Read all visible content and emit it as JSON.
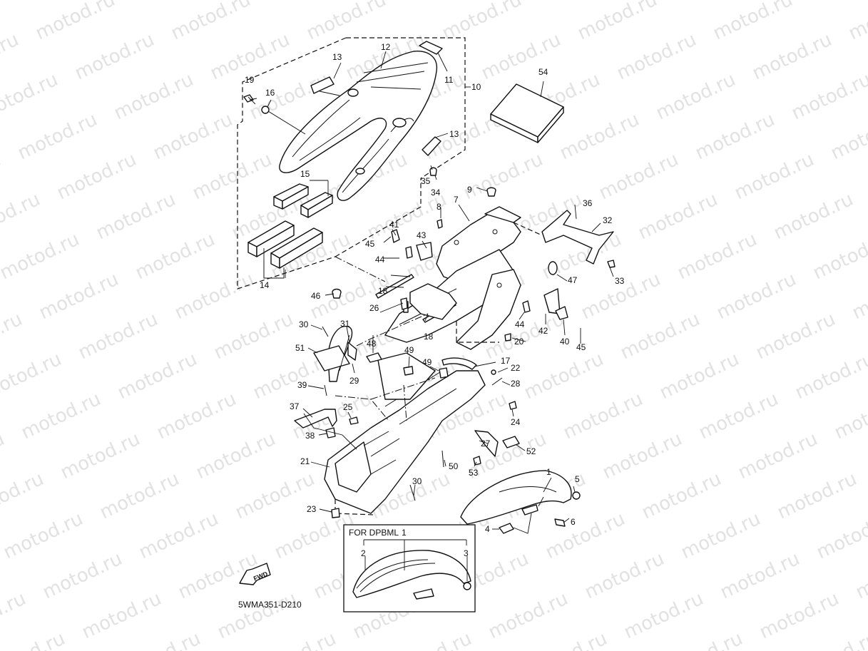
{
  "watermark": {
    "text": "motod.ru",
    "color": "#e2e2e2"
  },
  "diagram": {
    "title": "Rear fender / seat cowl exploded parts diagram",
    "drawing_code": "5WMA351-D210",
    "forward_indicator": "FWD",
    "inset": {
      "label": "FOR DPBML",
      "callouts": [
        "1",
        "2",
        "3"
      ]
    },
    "callouts": [
      {
        "id": "c1",
        "text": "1"
      },
      {
        "id": "c4",
        "text": "4"
      },
      {
        "id": "c5",
        "text": "5"
      },
      {
        "id": "c6",
        "text": "6"
      },
      {
        "id": "c7",
        "text": "7"
      },
      {
        "id": "c8",
        "text": "8"
      },
      {
        "id": "c9",
        "text": "9"
      },
      {
        "id": "c10",
        "text": "10"
      },
      {
        "id": "c11",
        "text": "11"
      },
      {
        "id": "c12",
        "text": "12"
      },
      {
        "id": "c13a",
        "text": "13"
      },
      {
        "id": "c13b",
        "text": "13"
      },
      {
        "id": "c14",
        "text": "14"
      },
      {
        "id": "c15",
        "text": "15"
      },
      {
        "id": "c16",
        "text": "16"
      },
      {
        "id": "c17",
        "text": "17"
      },
      {
        "id": "c18a",
        "text": "18"
      },
      {
        "id": "c18b",
        "text": "18"
      },
      {
        "id": "c19",
        "text": "19"
      },
      {
        "id": "c20",
        "text": "20"
      },
      {
        "id": "c21",
        "text": "21"
      },
      {
        "id": "c22",
        "text": "22"
      },
      {
        "id": "c23",
        "text": "23"
      },
      {
        "id": "c24",
        "text": "24"
      },
      {
        "id": "c25",
        "text": "25"
      },
      {
        "id": "c26",
        "text": "26"
      },
      {
        "id": "c27",
        "text": "27"
      },
      {
        "id": "c28",
        "text": "28"
      },
      {
        "id": "c29",
        "text": "29"
      },
      {
        "id": "c30a",
        "text": "30"
      },
      {
        "id": "c30b",
        "text": "30"
      },
      {
        "id": "c31",
        "text": "31"
      },
      {
        "id": "c32",
        "text": "32"
      },
      {
        "id": "c33",
        "text": "33"
      },
      {
        "id": "c34",
        "text": "34"
      },
      {
        "id": "c35",
        "text": "35"
      },
      {
        "id": "c36",
        "text": "36"
      },
      {
        "id": "c37",
        "text": "37"
      },
      {
        "id": "c38",
        "text": "38"
      },
      {
        "id": "c39",
        "text": "39"
      },
      {
        "id": "c40",
        "text": "40"
      },
      {
        "id": "c41",
        "text": "41"
      },
      {
        "id": "c42",
        "text": "42"
      },
      {
        "id": "c43",
        "text": "43"
      },
      {
        "id": "c44a",
        "text": "44"
      },
      {
        "id": "c44b",
        "text": "44"
      },
      {
        "id": "c45a",
        "text": "45"
      },
      {
        "id": "c45b",
        "text": "45"
      },
      {
        "id": "c46",
        "text": "46"
      },
      {
        "id": "c47",
        "text": "47"
      },
      {
        "id": "c48",
        "text": "48"
      },
      {
        "id": "c49a",
        "text": "49"
      },
      {
        "id": "c49b",
        "text": "49"
      },
      {
        "id": "c50",
        "text": "50"
      },
      {
        "id": "c51",
        "text": "51"
      },
      {
        "id": "c52",
        "text": "52"
      },
      {
        "id": "c53",
        "text": "53"
      },
      {
        "id": "c54",
        "text": "54"
      }
    ]
  }
}
